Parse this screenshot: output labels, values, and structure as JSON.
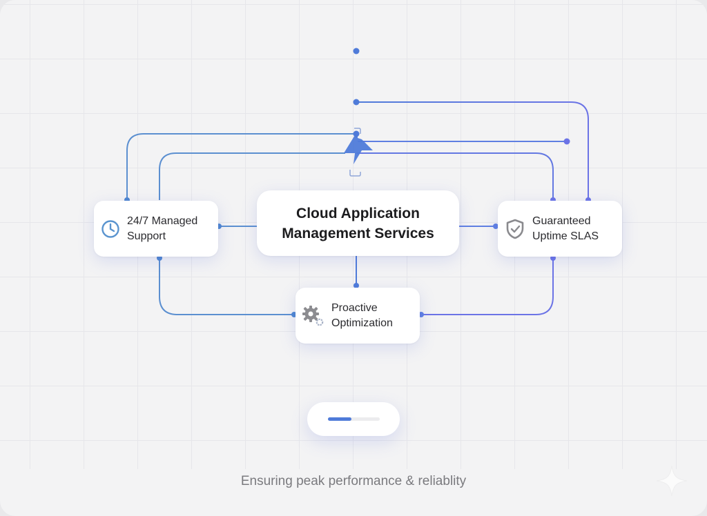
{
  "diagram": {
    "center_node": {
      "title_line1": "Cloud Application",
      "title_line2": "Management Services"
    },
    "nodes": [
      {
        "id": "support",
        "icon": "clock-icon",
        "line1": "24/7 Managed",
        "line2": "Support"
      },
      {
        "id": "sla",
        "icon": "shield-check-icon",
        "line1": "Guaranteed",
        "line2": "Uptime SLAS"
      },
      {
        "id": "optimization",
        "icon": "gears-icon",
        "line1": "Proactive",
        "line2": "Optimization"
      }
    ],
    "hub_icon": "lightning-bolt-icon",
    "progress": {
      "value_percent": 45
    },
    "tagline": "Ensuring peak performance & reliablity",
    "decor_icon": "sparkle-icon"
  },
  "colors": {
    "accent_blue": "#4f7bd9",
    "accent_violet": "#6b73e6",
    "wire_left": "#5b8fd0"
  }
}
